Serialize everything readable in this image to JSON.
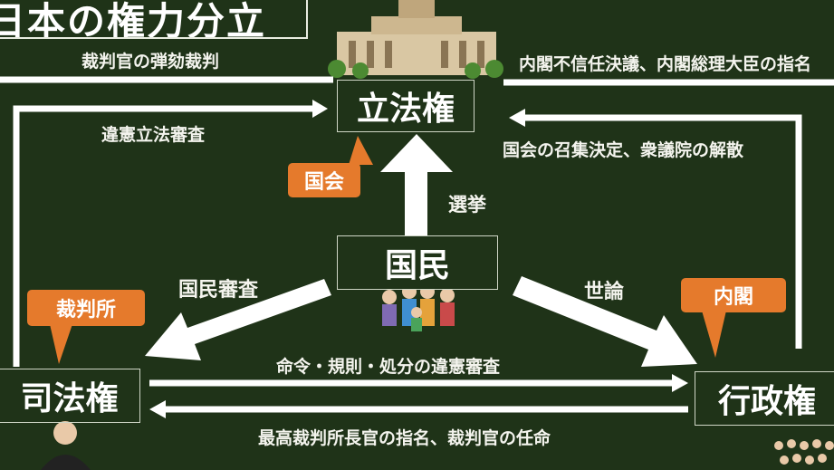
{
  "title": "日本の権力分立",
  "branches": {
    "legislative": "立法権",
    "judicial": "司法権",
    "executive": "行政権",
    "people": "国民"
  },
  "callouts": {
    "diet": "国会",
    "court": "裁判所",
    "cabinet": "内閣"
  },
  "relations": {
    "impeachment": "裁判官の弾劾裁判",
    "no_confidence": "内閣不信任決議、内閣総理大臣の指名",
    "judicial_review_laws": "違憲立法審査",
    "convene_dissolve": "国会の召集決定、衆議院の解散",
    "election": "選挙",
    "national_review": "国民審査",
    "public_opinion": "世論",
    "review_orders": "命令・規則・処分の違憲審査",
    "appointments": "最高裁判所長官の指名、裁判官の任命"
  },
  "colors": {
    "background": "#1f3318",
    "callout": "#e57a2c",
    "line": "#ffffff"
  }
}
